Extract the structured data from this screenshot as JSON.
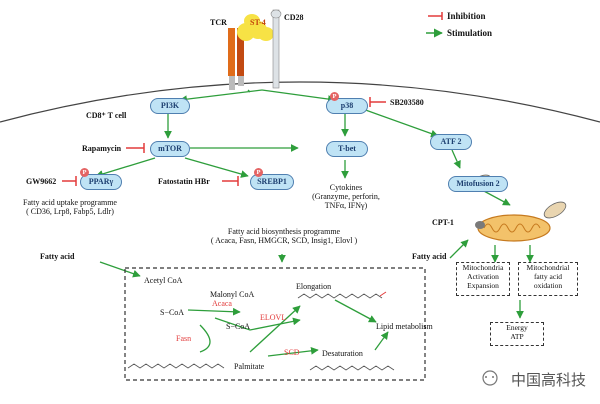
{
  "legend": {
    "inhibition": "Inhibition",
    "stimulation": "Stimulation",
    "inhibition_color": "#e23b3b",
    "stimulation_color": "#2e9e3b"
  },
  "receptors": {
    "tcr": "TCR",
    "st4": "ST-4",
    "cd28": "CD28"
  },
  "cell_label": "CD8⁺ T cell",
  "nodes": {
    "pi3k": "PI3K",
    "mtor": "mTOR",
    "p38": "p38",
    "tbet": "T-bet",
    "atf2": "ATF 2",
    "mitofusion2": "Mitofusion 2",
    "ppar": "PPARγ",
    "srebp1": "SREBP1",
    "p": "P"
  },
  "inhibitors": {
    "rapamycin": "Rapamycin",
    "gw9662": "GW9662",
    "fatostatin": "Fatostatin HBr",
    "sb203580": "SB203580"
  },
  "cytokines": {
    "line1": "Cytokines",
    "line2": "(Granzyme, perforin,",
    "line3": "TNFα, IFNγ)"
  },
  "uptake": {
    "line1": "Fatty acid uptake programme",
    "line2": "( CD36, Lrp8, Fabp5, Ldlr)"
  },
  "biosynthesis": {
    "line1": "Fatty acid biosynthesis programme",
    "line2": "( Acaca, Fasn, HMGCR, SCD, Insig1, Elovl )"
  },
  "fatty_acid": "Fatty acid",
  "cpt1": "CPT-1",
  "metabolism": {
    "acetyl_coa": "Acetyl CoA",
    "malonyl_coa": "Malonyl CoA",
    "acaca": "Acaca",
    "fasn": "Fasn",
    "elovl": "ELOVL",
    "scd": "SCD",
    "elongation": "Elongation",
    "desaturation": "Desaturation",
    "palmitate": "Palmitate",
    "lipid_metabolism": "Lipid metabolism",
    "scoa_1": "S−CoA",
    "scoa_2": "S−CoA"
  },
  "mito_boxes": {
    "activation": [
      "Mitochondria",
      "Activation",
      "Expansion"
    ],
    "oxidation": [
      "Mitochondrial",
      "fatty acid",
      "oxidation"
    ],
    "energy": [
      "Energy",
      "ATP"
    ]
  },
  "watermark": "中国高科技"
}
